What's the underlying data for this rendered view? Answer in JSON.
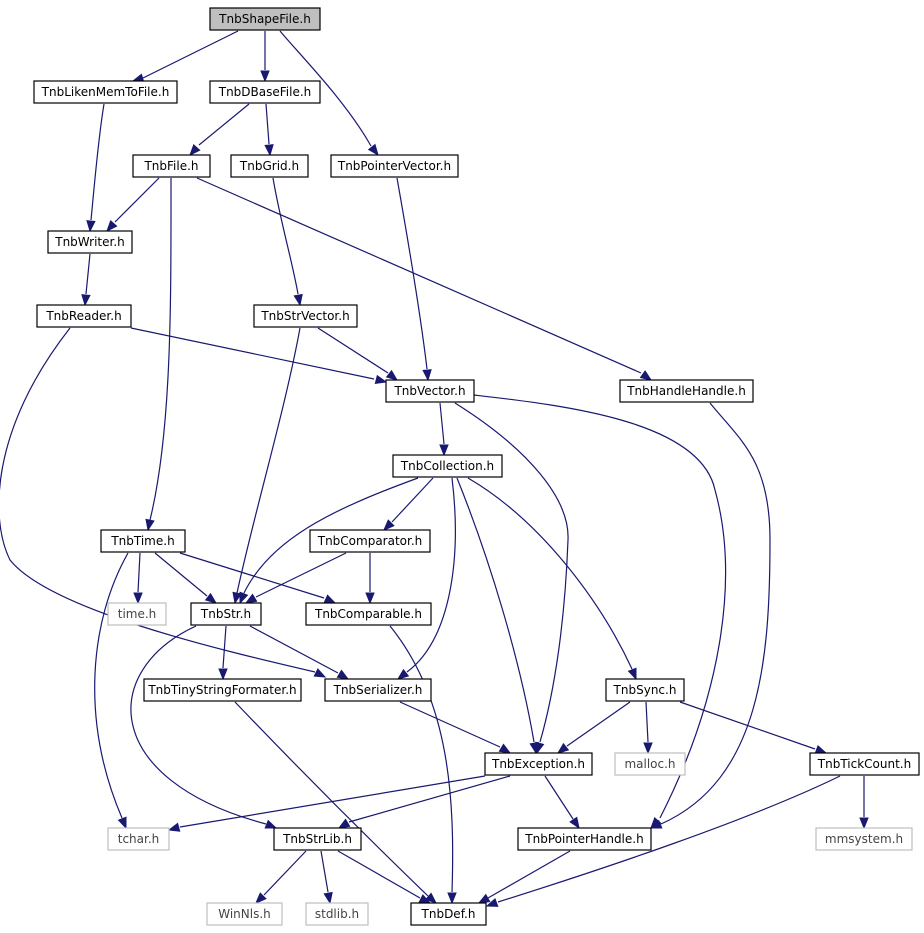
{
  "colors": {
    "edge": "#191970",
    "node_border": "#000000",
    "node_fill": "#ffffff",
    "root_fill": "#bfbfbf",
    "external_border": "#bfbfbf",
    "external_text": "#444444",
    "text": "#000000"
  },
  "graph": {
    "root": "TnbShapeFile.h",
    "nodes": [
      {
        "id": "TnbShapeFile",
        "label": "TnbShapeFile.h",
        "kind": "root"
      },
      {
        "id": "TnbLikenMemToFile",
        "label": "TnbLikenMemToFile.h",
        "kind": "project"
      },
      {
        "id": "TnbDBaseFile",
        "label": "TnbDBaseFile.h",
        "kind": "project"
      },
      {
        "id": "TnbFile",
        "label": "TnbFile.h",
        "kind": "project"
      },
      {
        "id": "TnbGrid",
        "label": "TnbGrid.h",
        "kind": "project"
      },
      {
        "id": "TnbPointerVector",
        "label": "TnbPointerVector.h",
        "kind": "project"
      },
      {
        "id": "TnbWriter",
        "label": "TnbWriter.h",
        "kind": "project"
      },
      {
        "id": "TnbReader",
        "label": "TnbReader.h",
        "kind": "project"
      },
      {
        "id": "TnbStrVector",
        "label": "TnbStrVector.h",
        "kind": "project"
      },
      {
        "id": "TnbVector",
        "label": "TnbVector.h",
        "kind": "project"
      },
      {
        "id": "TnbHandleHandle",
        "label": "TnbHandleHandle.h",
        "kind": "project"
      },
      {
        "id": "TnbCollection",
        "label": "TnbCollection.h",
        "kind": "project"
      },
      {
        "id": "TnbTime",
        "label": "TnbTime.h",
        "kind": "project"
      },
      {
        "id": "TnbComparator",
        "label": "TnbComparator.h",
        "kind": "project"
      },
      {
        "id": "time",
        "label": "time.h",
        "kind": "external"
      },
      {
        "id": "TnbStr",
        "label": "TnbStr.h",
        "kind": "project"
      },
      {
        "id": "TnbComparable",
        "label": "TnbComparable.h",
        "kind": "project"
      },
      {
        "id": "TnbTinyStringFormater",
        "label": "TnbTinyStringFormater.h",
        "kind": "project"
      },
      {
        "id": "TnbSerializer",
        "label": "TnbSerializer.h",
        "kind": "project"
      },
      {
        "id": "TnbSync",
        "label": "TnbSync.h",
        "kind": "project"
      },
      {
        "id": "TnbException",
        "label": "TnbException.h",
        "kind": "project"
      },
      {
        "id": "malloc",
        "label": "malloc.h",
        "kind": "external"
      },
      {
        "id": "TnbTickCount",
        "label": "TnbTickCount.h",
        "kind": "project"
      },
      {
        "id": "tchar",
        "label": "tchar.h",
        "kind": "external"
      },
      {
        "id": "TnbStrLib",
        "label": "TnbStrLib.h",
        "kind": "project"
      },
      {
        "id": "TnbPointerHandle",
        "label": "TnbPointerHandle.h",
        "kind": "project"
      },
      {
        "id": "mmsystem",
        "label": "mmsystem.h",
        "kind": "external"
      },
      {
        "id": "WinNls",
        "label": "WinNls.h",
        "kind": "external"
      },
      {
        "id": "stdlib",
        "label": "stdlib.h",
        "kind": "external"
      },
      {
        "id": "TnbDef",
        "label": "TnbDef.h",
        "kind": "project"
      }
    ],
    "edges": [
      [
        "TnbShapeFile",
        "TnbLikenMemToFile"
      ],
      [
        "TnbShapeFile",
        "TnbDBaseFile"
      ],
      [
        "TnbShapeFile",
        "TnbPointerVector"
      ],
      [
        "TnbLikenMemToFile",
        "TnbWriter"
      ],
      [
        "TnbDBaseFile",
        "TnbFile"
      ],
      [
        "TnbDBaseFile",
        "TnbGrid"
      ],
      [
        "TnbFile",
        "TnbWriter"
      ],
      [
        "TnbFile",
        "TnbTime"
      ],
      [
        "TnbFile",
        "TnbHandleHandle"
      ],
      [
        "TnbGrid",
        "TnbStrVector"
      ],
      [
        "TnbPointerVector",
        "TnbVector"
      ],
      [
        "TnbWriter",
        "TnbReader"
      ],
      [
        "TnbReader",
        "TnbVector"
      ],
      [
        "TnbReader",
        "TnbSerializer"
      ],
      [
        "TnbStrVector",
        "TnbVector"
      ],
      [
        "TnbStrVector",
        "TnbStr"
      ],
      [
        "TnbVector",
        "TnbCollection"
      ],
      [
        "TnbVector",
        "TnbException"
      ],
      [
        "TnbVector",
        "TnbPointerHandle"
      ],
      [
        "TnbHandleHandle",
        "TnbPointerHandle"
      ],
      [
        "TnbCollection",
        "TnbComparator"
      ],
      [
        "TnbCollection",
        "TnbStr"
      ],
      [
        "TnbCollection",
        "TnbSerializer"
      ],
      [
        "TnbCollection",
        "TnbException"
      ],
      [
        "TnbCollection",
        "TnbSync"
      ],
      [
        "TnbTime",
        "time"
      ],
      [
        "TnbTime",
        "TnbStr"
      ],
      [
        "TnbTime",
        "TnbComparable"
      ],
      [
        "TnbTime",
        "tchar"
      ],
      [
        "TnbComparator",
        "TnbStr"
      ],
      [
        "TnbComparator",
        "TnbComparable"
      ],
      [
        "TnbStr",
        "TnbTinyStringFormater"
      ],
      [
        "TnbStr",
        "TnbSerializer"
      ],
      [
        "TnbStr",
        "TnbStrLib"
      ],
      [
        "TnbComparable",
        "TnbDef"
      ],
      [
        "TnbTinyStringFormater",
        "TnbDef"
      ],
      [
        "TnbSerializer",
        "TnbException"
      ],
      [
        "TnbSync",
        "TnbException"
      ],
      [
        "TnbSync",
        "malloc"
      ],
      [
        "TnbSync",
        "TnbTickCount"
      ],
      [
        "TnbException",
        "tchar"
      ],
      [
        "TnbException",
        "TnbStrLib"
      ],
      [
        "TnbException",
        "TnbPointerHandle"
      ],
      [
        "TnbTickCount",
        "mmsystem"
      ],
      [
        "TnbTickCount",
        "TnbDef"
      ],
      [
        "TnbStrLib",
        "WinNls"
      ],
      [
        "TnbStrLib",
        "stdlib"
      ],
      [
        "TnbStrLib",
        "TnbDef"
      ],
      [
        "TnbPointerHandle",
        "TnbDef"
      ]
    ]
  }
}
